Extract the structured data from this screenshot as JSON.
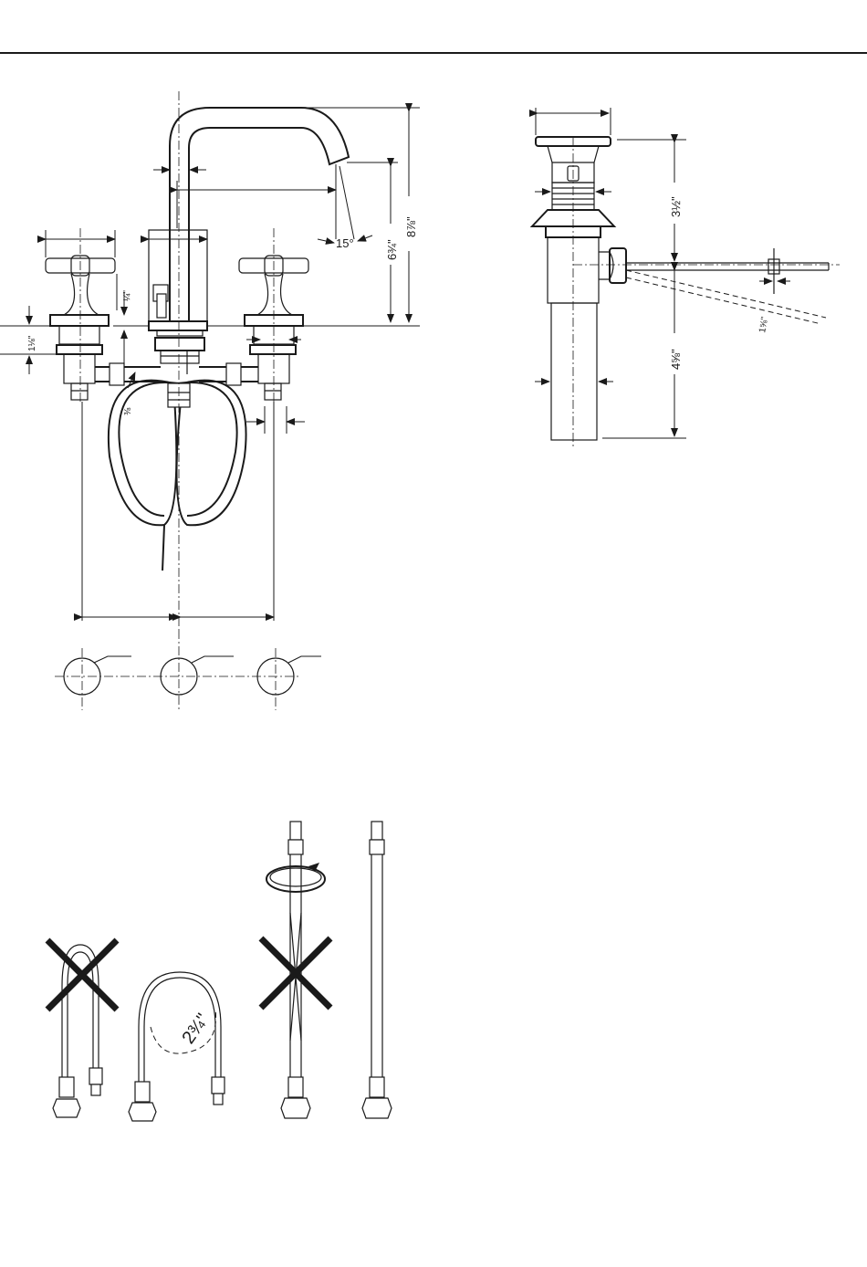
{
  "faucet": {
    "dim_height_total": "8⅞\"",
    "dim_spout_height": "6¾\"",
    "dim_angle": "15°",
    "dim_riser": "¼\"",
    "dim_flange": "1⅛\"",
    "dim_hose": "⅜"
  },
  "drain": {
    "dim_upper": "3½\"",
    "dim_lower": "4⅝\"",
    "dim_rod": "1⅝\""
  },
  "hoses": {
    "bend_radius": "2¾\""
  },
  "colors": {
    "line": "#1a1a1a",
    "background": "#ffffff"
  }
}
